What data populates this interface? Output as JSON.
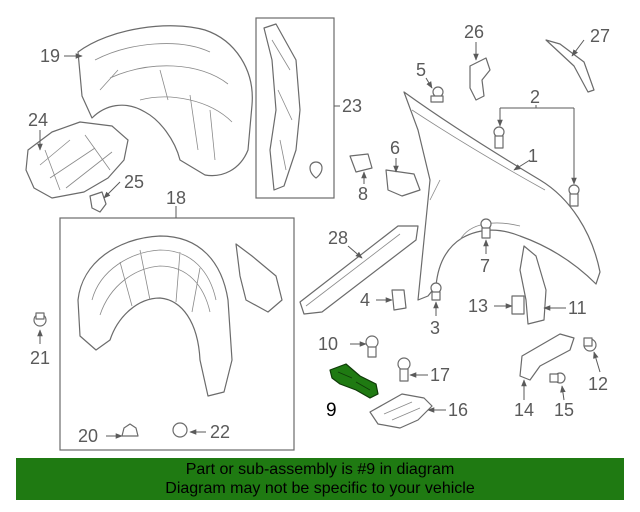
{
  "diagram": {
    "highlight_color": "#1f7a12",
    "highlighted_part": "9",
    "callouts": [
      {
        "id": "c1",
        "label": "1"
      },
      {
        "id": "c2",
        "label": "2"
      },
      {
        "id": "c3",
        "label": "3"
      },
      {
        "id": "c4",
        "label": "4"
      },
      {
        "id": "c5",
        "label": "5"
      },
      {
        "id": "c6",
        "label": "6"
      },
      {
        "id": "c7",
        "label": "7"
      },
      {
        "id": "c8",
        "label": "8"
      },
      {
        "id": "c9",
        "label": "9"
      },
      {
        "id": "c10",
        "label": "10"
      },
      {
        "id": "c11",
        "label": "11"
      },
      {
        "id": "c12",
        "label": "12"
      },
      {
        "id": "c13",
        "label": "13"
      },
      {
        "id": "c14",
        "label": "14"
      },
      {
        "id": "c15",
        "label": "15"
      },
      {
        "id": "c16",
        "label": "16"
      },
      {
        "id": "c17",
        "label": "17"
      },
      {
        "id": "c18",
        "label": "18"
      },
      {
        "id": "c19",
        "label": "19"
      },
      {
        "id": "c20",
        "label": "20"
      },
      {
        "id": "c21",
        "label": "21"
      },
      {
        "id": "c22",
        "label": "22"
      },
      {
        "id": "c23",
        "label": "23"
      },
      {
        "id": "c24",
        "label": "24"
      },
      {
        "id": "c25",
        "label": "25"
      },
      {
        "id": "c26",
        "label": "26"
      },
      {
        "id": "c27",
        "label": "27"
      },
      {
        "id": "c28",
        "label": "28"
      }
    ]
  },
  "banner": {
    "line1": "Part or sub-assembly is #9 in diagram",
    "line2": "Diagram may not be specific to your vehicle",
    "background": "#1f7a12"
  }
}
